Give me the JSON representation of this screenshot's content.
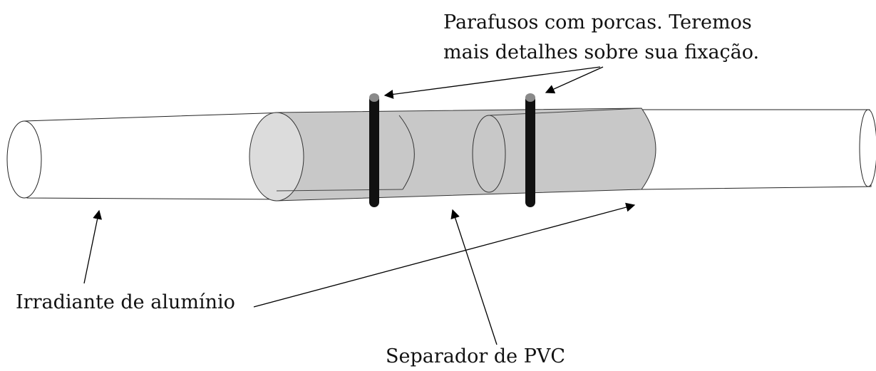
{
  "labels": {
    "bolts_line1": "Parafusos com porcas. Teremos",
    "bolts_line2": "mais detalhes sobre sua fixação.",
    "radiator": "Irradiante de alumínio",
    "separator": "Separador de PVC"
  },
  "colors": {
    "stroke": "#222222",
    "pvc_fill": "#c8c8c8",
    "pvc_end_fill": "#dcdcdc",
    "bolt": "#111111",
    "bolt_cap": "#8a8a8a",
    "pipe_fill": "#ffffff"
  },
  "icons": [
    "arrow-head-icon"
  ]
}
